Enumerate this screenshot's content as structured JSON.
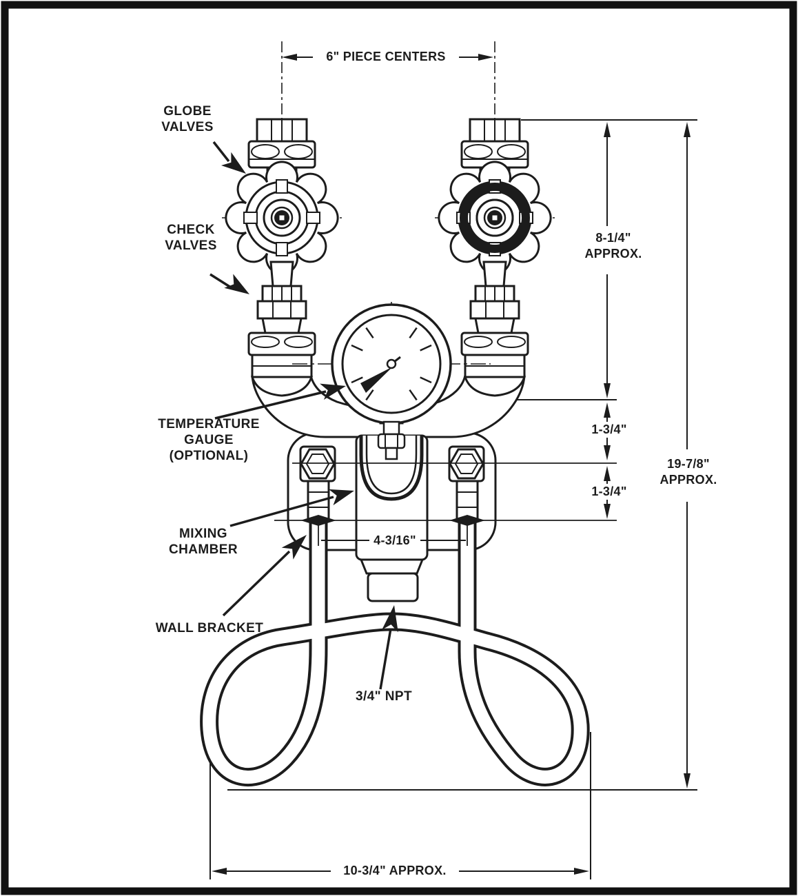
{
  "drawing": {
    "ink": "#1c1c1c",
    "paper": "#ffffff",
    "labels": {
      "globe_valves": "GLOBE\nVALVES",
      "check_valves": "CHECK\nVALVES",
      "temperature_gauge": "TEMPERATURE\nGAUGE\n(OPTIONAL)",
      "mixing_chamber": "MIXING\nCHAMBER",
      "wall_bracket": "WALL BRACKET",
      "npt_outlet": "3/4\" NPT"
    },
    "dimensions": {
      "piece_centers": "6\" PIECE CENTERS",
      "upper_height": "8-1/4\"\nAPPROX.",
      "gauge_offset": "1-3/4\"",
      "bracket_offset": "1-3/4\"",
      "overall_height": "19-7/8\"\nAPPROX.",
      "pipe_centers": "4-3/16\"",
      "overall_width": "10-3/4\" APPROX."
    }
  }
}
